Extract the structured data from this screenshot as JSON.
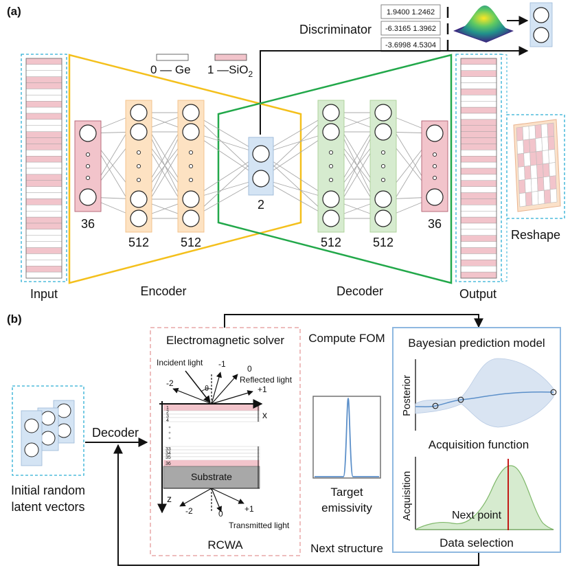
{
  "panel_a": {
    "label": "(a)",
    "legend": {
      "ge": "0 — Ge",
      "sio2_prefix": "1 —SiO",
      "sio2_sub": "2"
    },
    "discriminator": {
      "title": "Discriminator",
      "rows": [
        "1.9400 1.2462",
        "-6.3165 1.3962",
        "-3.6998 4.5304"
      ]
    },
    "layers": {
      "input_size": "36",
      "enc_hidden_1": "512",
      "enc_hidden_2": "512",
      "latent": "2",
      "dec_hidden_1": "512",
      "dec_hidden_2": "512",
      "output_size": "36"
    },
    "captions": {
      "input": "Input",
      "encoder": "Encoder",
      "decoder": "Decoder",
      "output": "Output",
      "reshape": "Reshape"
    }
  },
  "panel_b": {
    "label": "(b)",
    "initial": {
      "line1": "Initial random",
      "line2": "latent vectors"
    },
    "decoder": "Decoder",
    "em_solver": {
      "title": "Electromagnetic solver",
      "incident": "Incident light",
      "reflected": "Reflected light",
      "transmitted": "Transmitted light",
      "theta": "θ",
      "orders_top": [
        "-2",
        "-1",
        "0",
        "+1"
      ],
      "orders_bottom": [
        "-2",
        "0",
        "+1"
      ],
      "x_axis": "x",
      "z_axis": "z",
      "layer_numbers_top": [
        "1",
        "2",
        "3",
        "4"
      ],
      "layer_numbers_bottom": [
        "33",
        "34",
        "35",
        "36"
      ],
      "substrate": "Substrate",
      "method": "RCWA"
    },
    "compute_fom": "Compute FOM",
    "target": {
      "line1": "Target",
      "line2": "emissivity"
    },
    "next_structure": "Next structure",
    "bayes": {
      "title": "Bayesian prediction model",
      "posterior_axis": "Posterior",
      "acq_title": "Acquisition function",
      "acq_axis": "Acquisition",
      "next_point": "Next point",
      "data_selection": "Data selection"
    }
  },
  "colors": {
    "pink": "#f2c4cb",
    "pink_border": "#b06070",
    "orange": "#fde2c2",
    "orange_border": "#f2c085",
    "blue": "#d4e4f4",
    "green": "#d6ebcf",
    "green_border": "#a9d095",
    "encoder_line": "#f4c01c",
    "decoder_line": "#22a84a",
    "dashed_cyan": "#2aaed4",
    "dashed_pink": "#e8a7a7",
    "bayes_border": "#8eb8e0",
    "curve_blue": "#5b8fc9",
    "next_point_line": "#c00000"
  }
}
